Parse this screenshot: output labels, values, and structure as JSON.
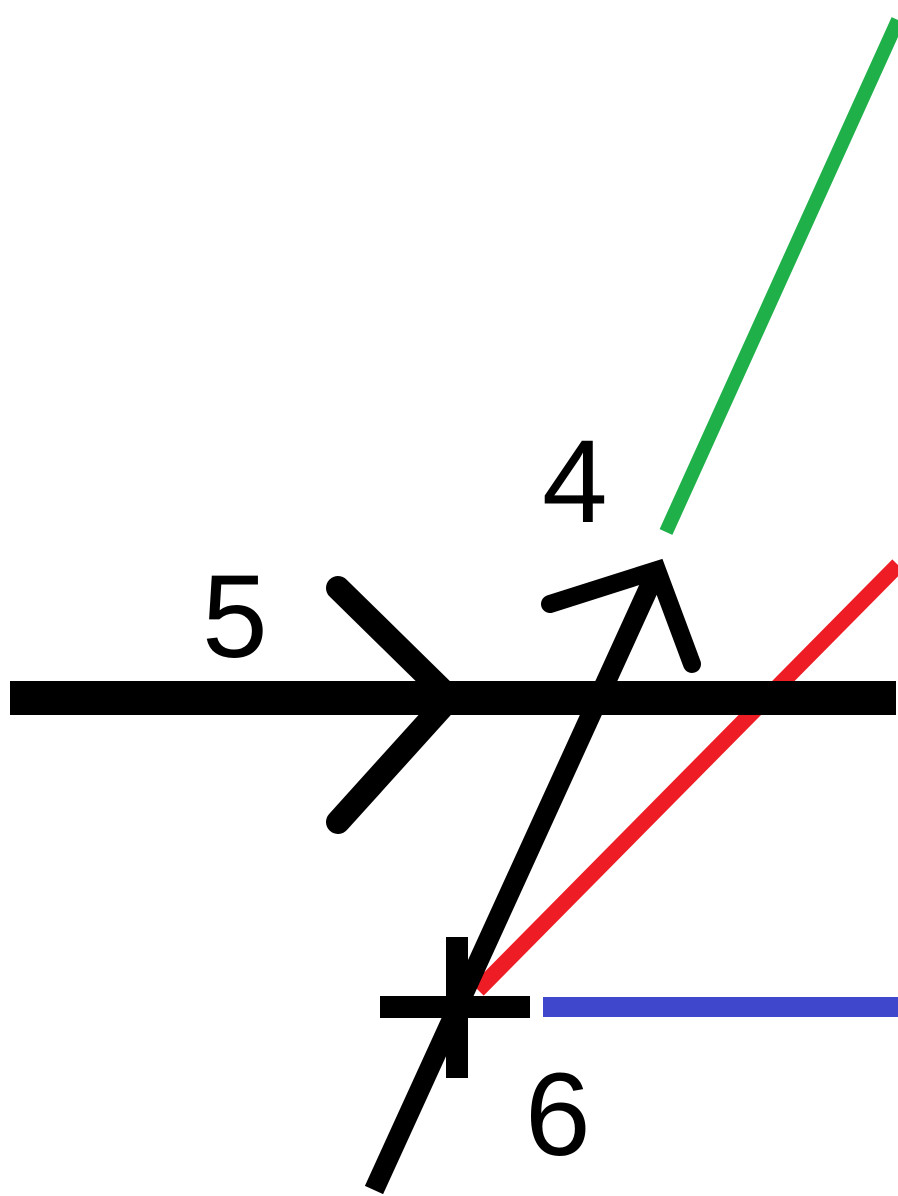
{
  "labels": {
    "point_4": "4",
    "point_5": "5",
    "point_6": "6"
  },
  "colors": {
    "background": "#ffffff",
    "main_line": "#000000",
    "green_line": "#1fb04a",
    "red_line": "#ee1c24",
    "blue_line": "#3f48cc"
  }
}
